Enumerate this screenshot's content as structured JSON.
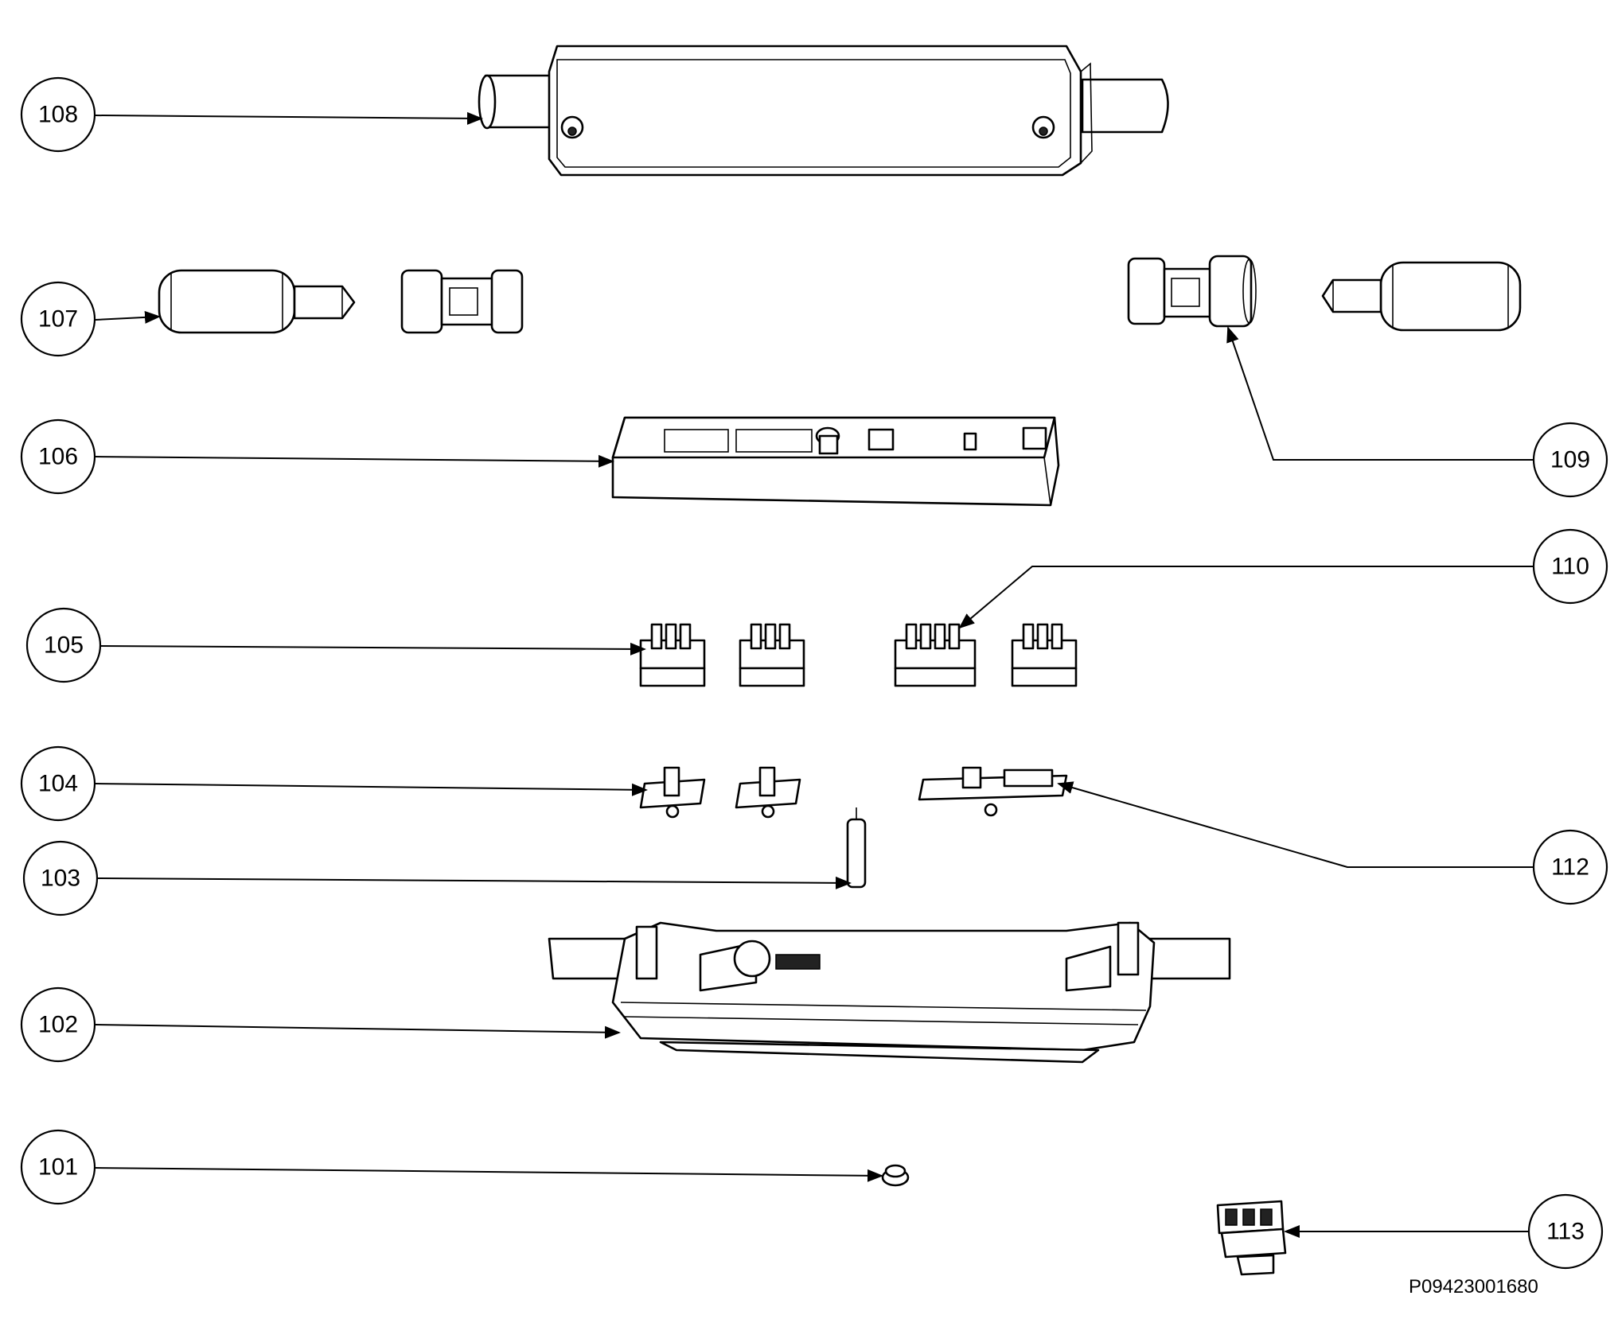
{
  "callouts": [
    {
      "id": "108"
    },
    {
      "id": "107"
    },
    {
      "id": "106"
    },
    {
      "id": "105"
    },
    {
      "id": "104"
    },
    {
      "id": "103"
    },
    {
      "id": "102"
    },
    {
      "id": "101"
    },
    {
      "id": "109"
    },
    {
      "id": "110"
    },
    {
      "id": "112"
    },
    {
      "id": "113"
    }
  ],
  "drawing_number": "P09423001680"
}
